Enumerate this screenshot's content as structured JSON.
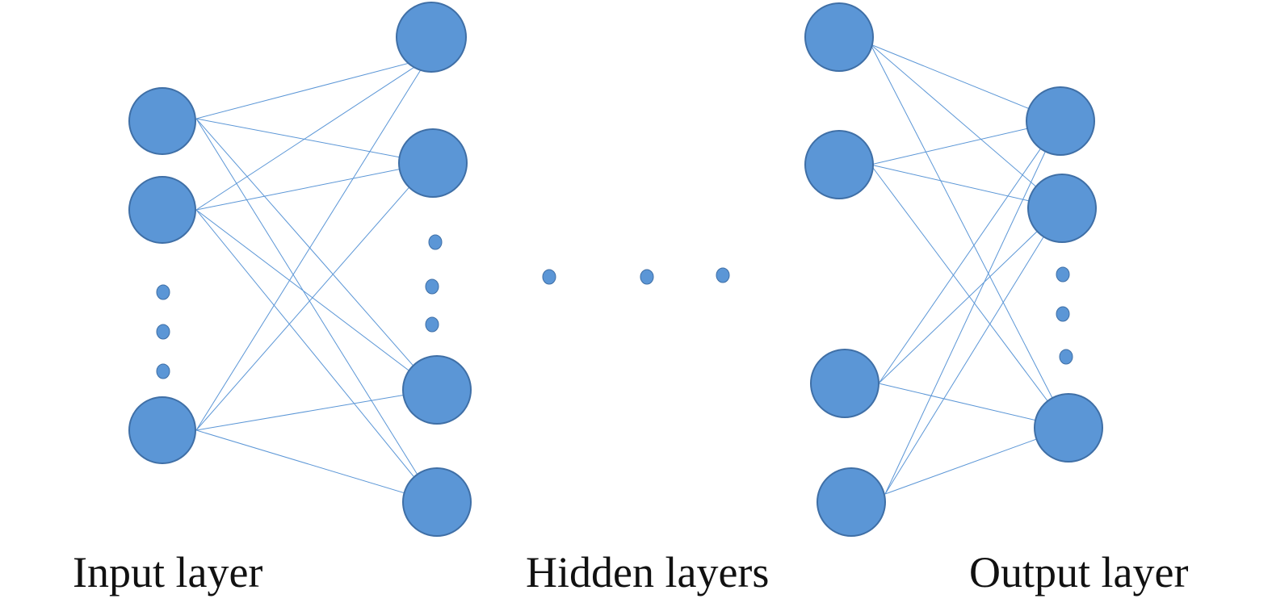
{
  "labels": {
    "input": "Input layer",
    "hidden": "Hidden layers",
    "output": "Output layer"
  },
  "colors": {
    "node_fill": "#5b96d6",
    "node_stroke": "#3f6fa6",
    "edge": "#5b96d6",
    "text": "#111111"
  }
}
